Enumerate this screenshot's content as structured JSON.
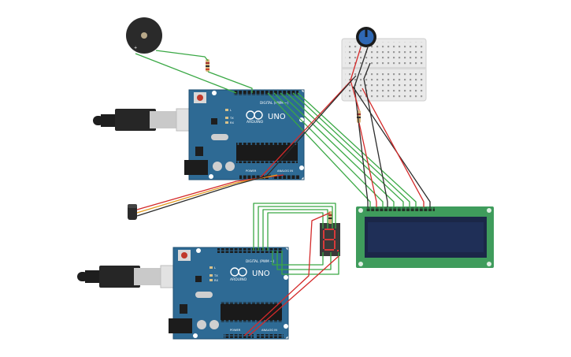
{
  "canvas": {
    "background": "#ffffff"
  },
  "boards": {
    "top": {
      "logo": "UNO",
      "brand": "ARDUINO",
      "digital_label": "DIGITAL (PWM ~)",
      "power_label": "POWER",
      "analog_label": "ANALOG IN",
      "led_labels": [
        "L",
        "TX",
        "RX"
      ]
    },
    "bottom": {
      "logo": "UNO",
      "brand": "ARDUINO",
      "digital_label": "DIGITAL (PWM ~)",
      "power_label": "POWER",
      "analog_label": "ANALOG IN",
      "led_labels": [
        "L",
        "TX",
        "RX"
      ]
    }
  },
  "seven_segment": {
    "digit": "8"
  },
  "icons": [
    "buzzer-icon",
    "potentiometer-knob-icon",
    "temperature-sensor-icon",
    "usb-cable-icon",
    "barrel-jack-icon"
  ],
  "colors": {
    "board": "#2e6a94",
    "board_dark": "#1f4f72",
    "lcd_pcb": "#3f9c5c",
    "lcd_screen": "#1f2f57",
    "wire_green": "#3aa845",
    "wire_red": "#d42a2a",
    "wire_black": "#2b2b2b",
    "wire_orange": "#e39a1f",
    "breadboard": "#e7e7e7",
    "segment_red": "#e23a3a"
  }
}
